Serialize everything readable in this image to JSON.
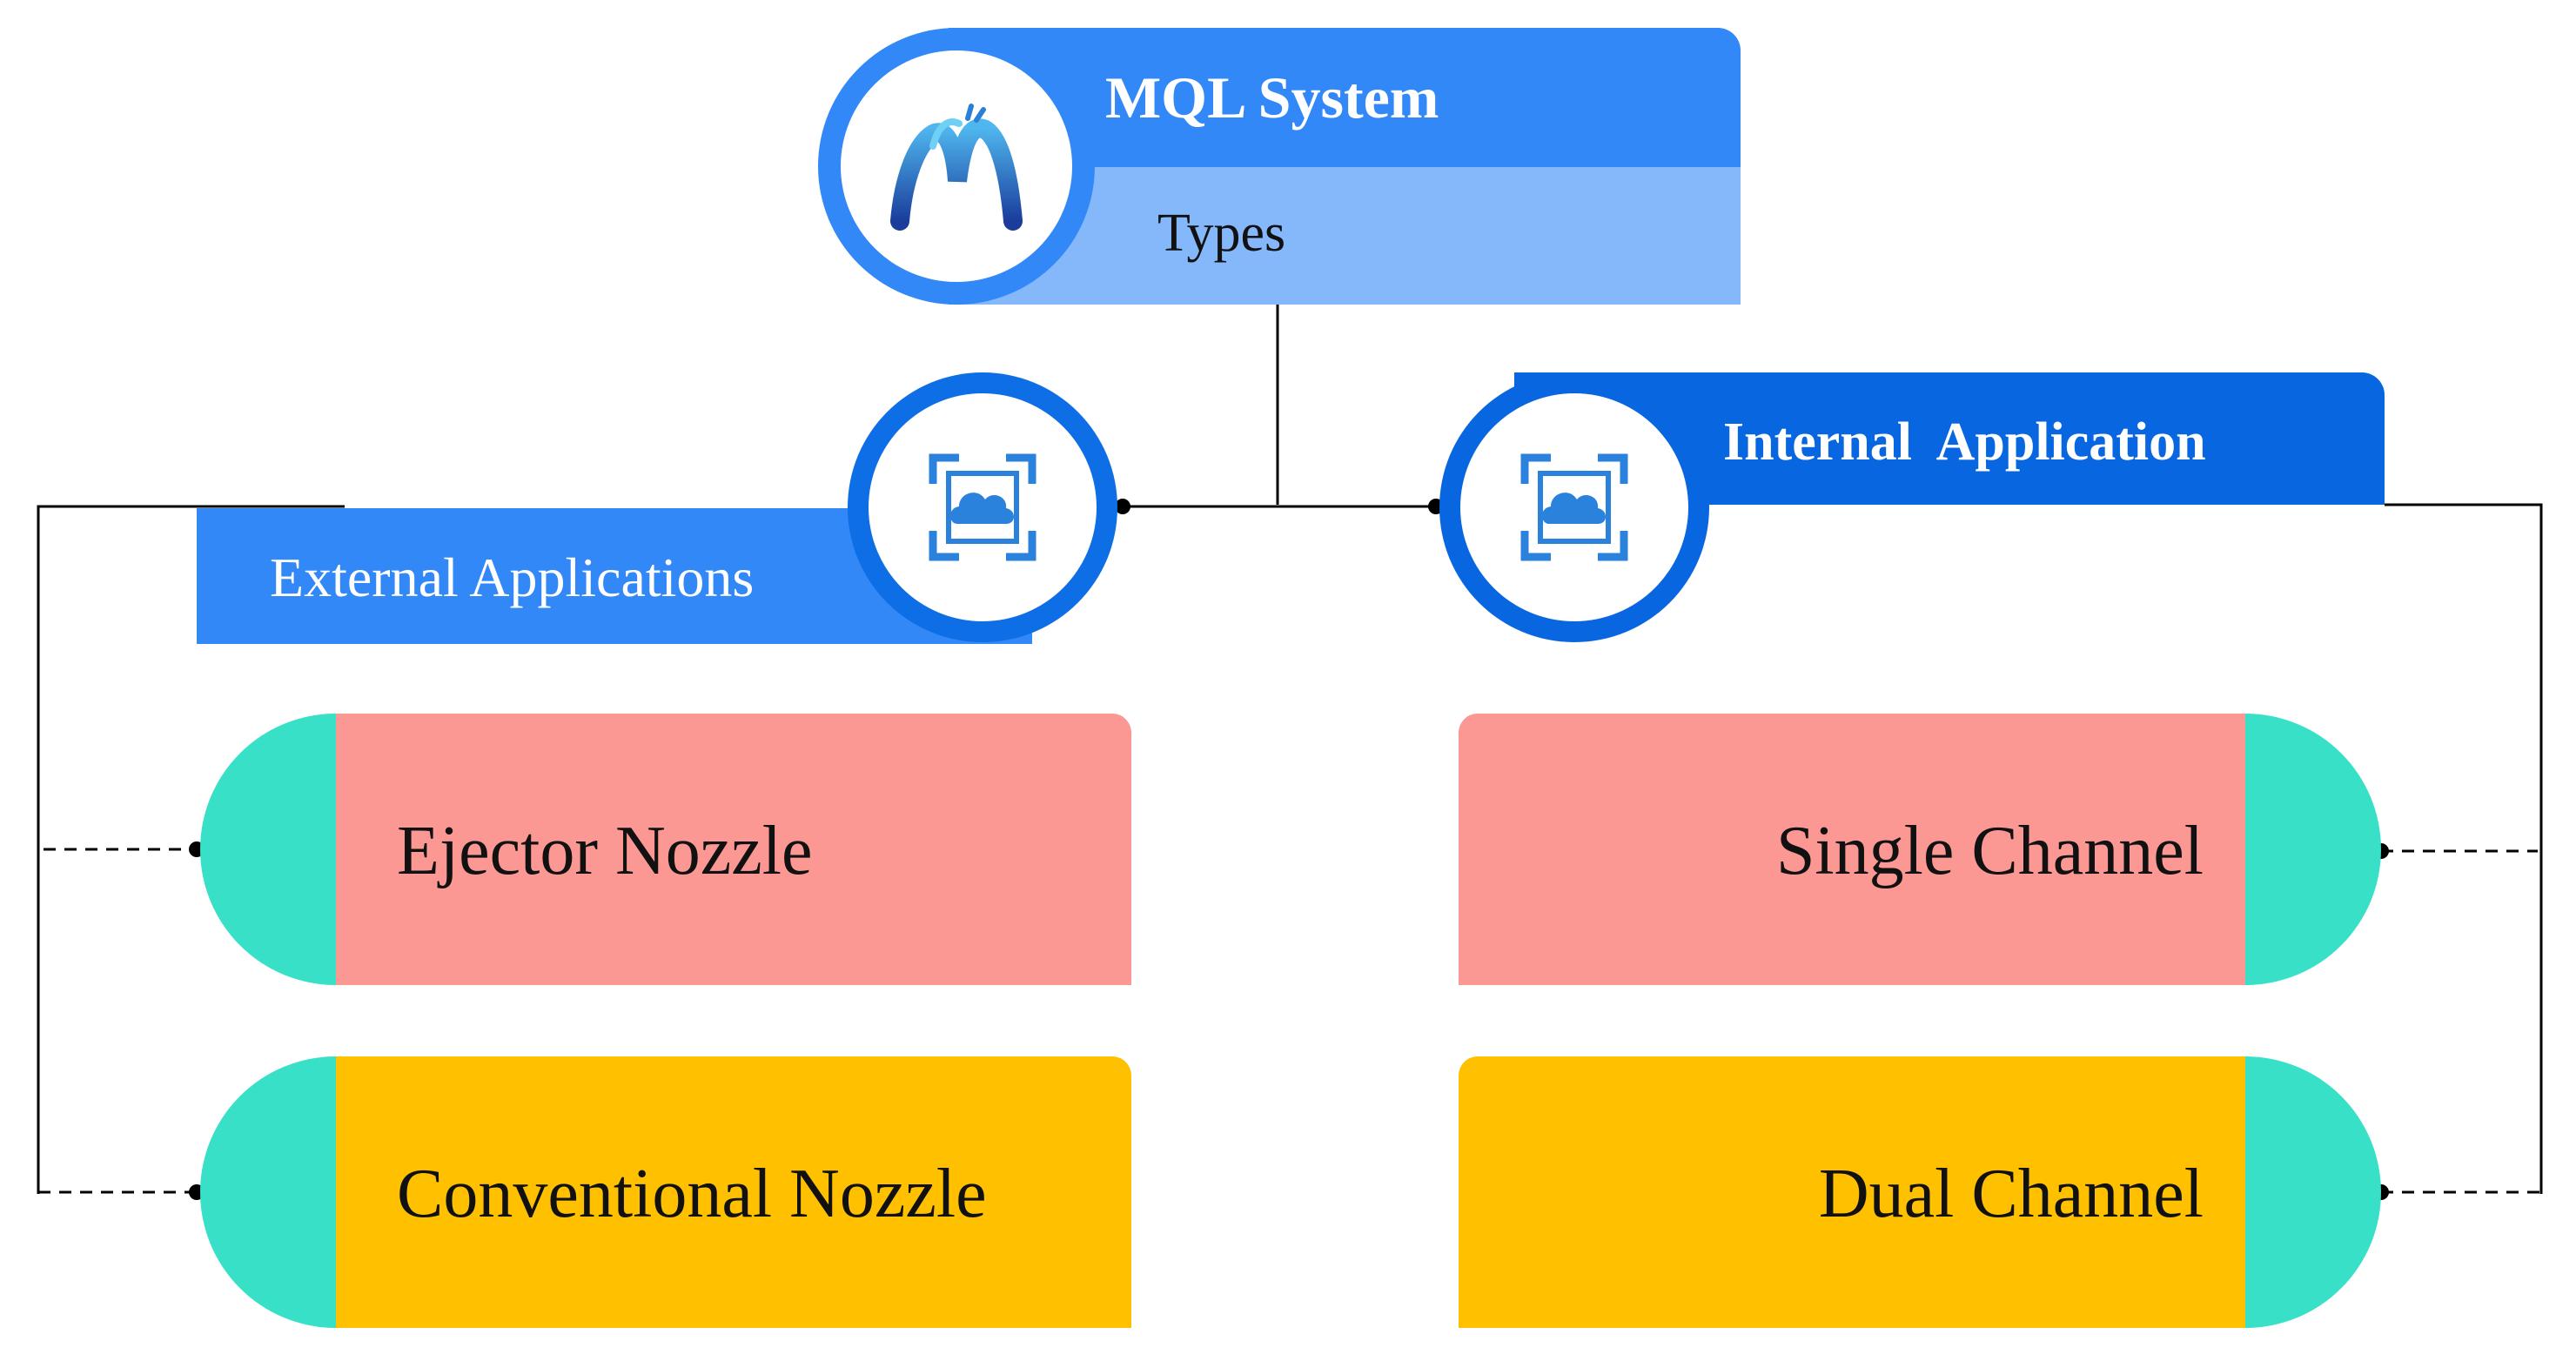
{
  "root": {
    "title": "MQL System",
    "subtitle": "Types",
    "logo_icon": "mql-logo-icon"
  },
  "categories": [
    {
      "label": "External Applications",
      "icon": "cloud-app-icon",
      "color": "#3388f8"
    },
    {
      "label": "Internal  Application",
      "icon": "cloud-app-icon",
      "color": "#0866e0"
    }
  ],
  "leaves": {
    "external": [
      "Ejector Nozzle",
      "Conventional Nozzle"
    ],
    "internal": [
      "Single Channel",
      "Dual Channel"
    ]
  },
  "colors": {
    "primary_blue": "#3388f8",
    "dark_blue": "#0866e0",
    "light_blue": "#85b8fb",
    "teal_cap": "#37e0c6",
    "salmon": "#fc9894",
    "amber": "#ffc000",
    "connector": "#000000"
  }
}
